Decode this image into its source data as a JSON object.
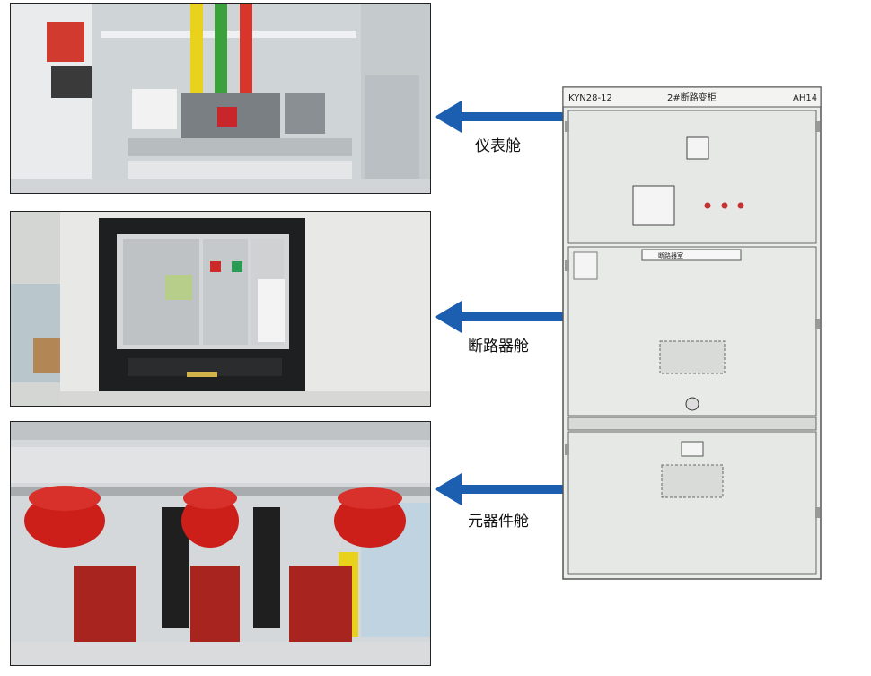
{
  "callouts": {
    "instrument": "仪表舱",
    "breaker": "断路器舱",
    "component": "元器件舱"
  },
  "cabinet": {
    "model": "KYN28-12",
    "name": "2#断路变柜",
    "code": "AH14",
    "breaker_plate": "断路器室"
  },
  "colors": {
    "arrow": "#1c5fb0",
    "busbar_yellow": "#e8d21b",
    "busbar_green": "#3aa13b",
    "busbar_red": "#d8362c",
    "insulator_red": "#cc1f1a"
  }
}
